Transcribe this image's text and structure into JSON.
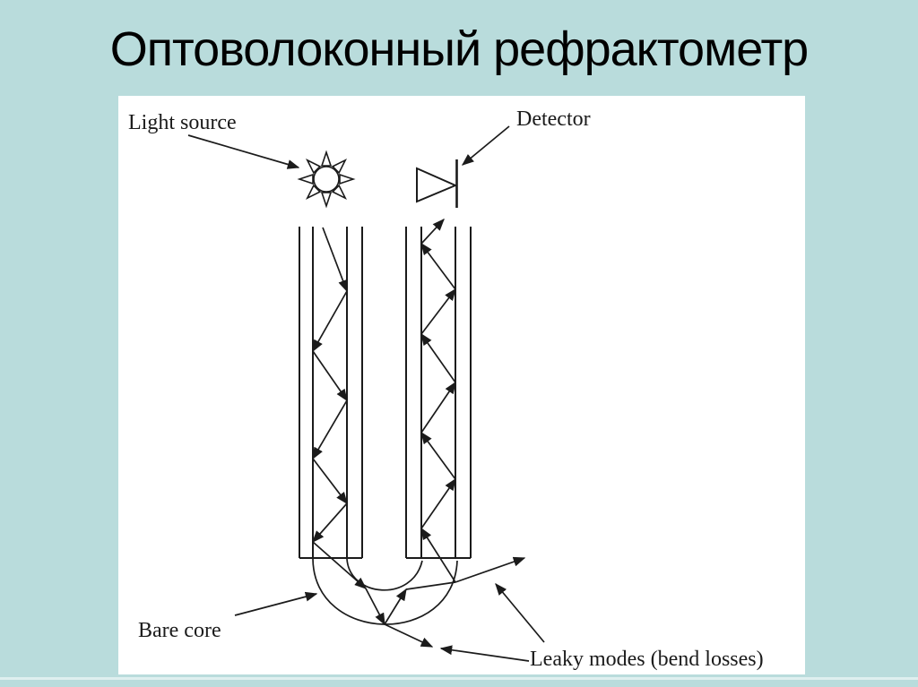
{
  "slide": {
    "title": "Оптоволоконный рефрактометр",
    "colors": {
      "bg": "#b9dcdc",
      "panel": "#ffffff",
      "ink": "#1b1b1b"
    }
  },
  "diagram": {
    "labels": {
      "light_source": "Light source",
      "detector": "Detector",
      "bare_core": "Bare core",
      "leaky_modes": "Leaky modes (bend losses)"
    }
  }
}
